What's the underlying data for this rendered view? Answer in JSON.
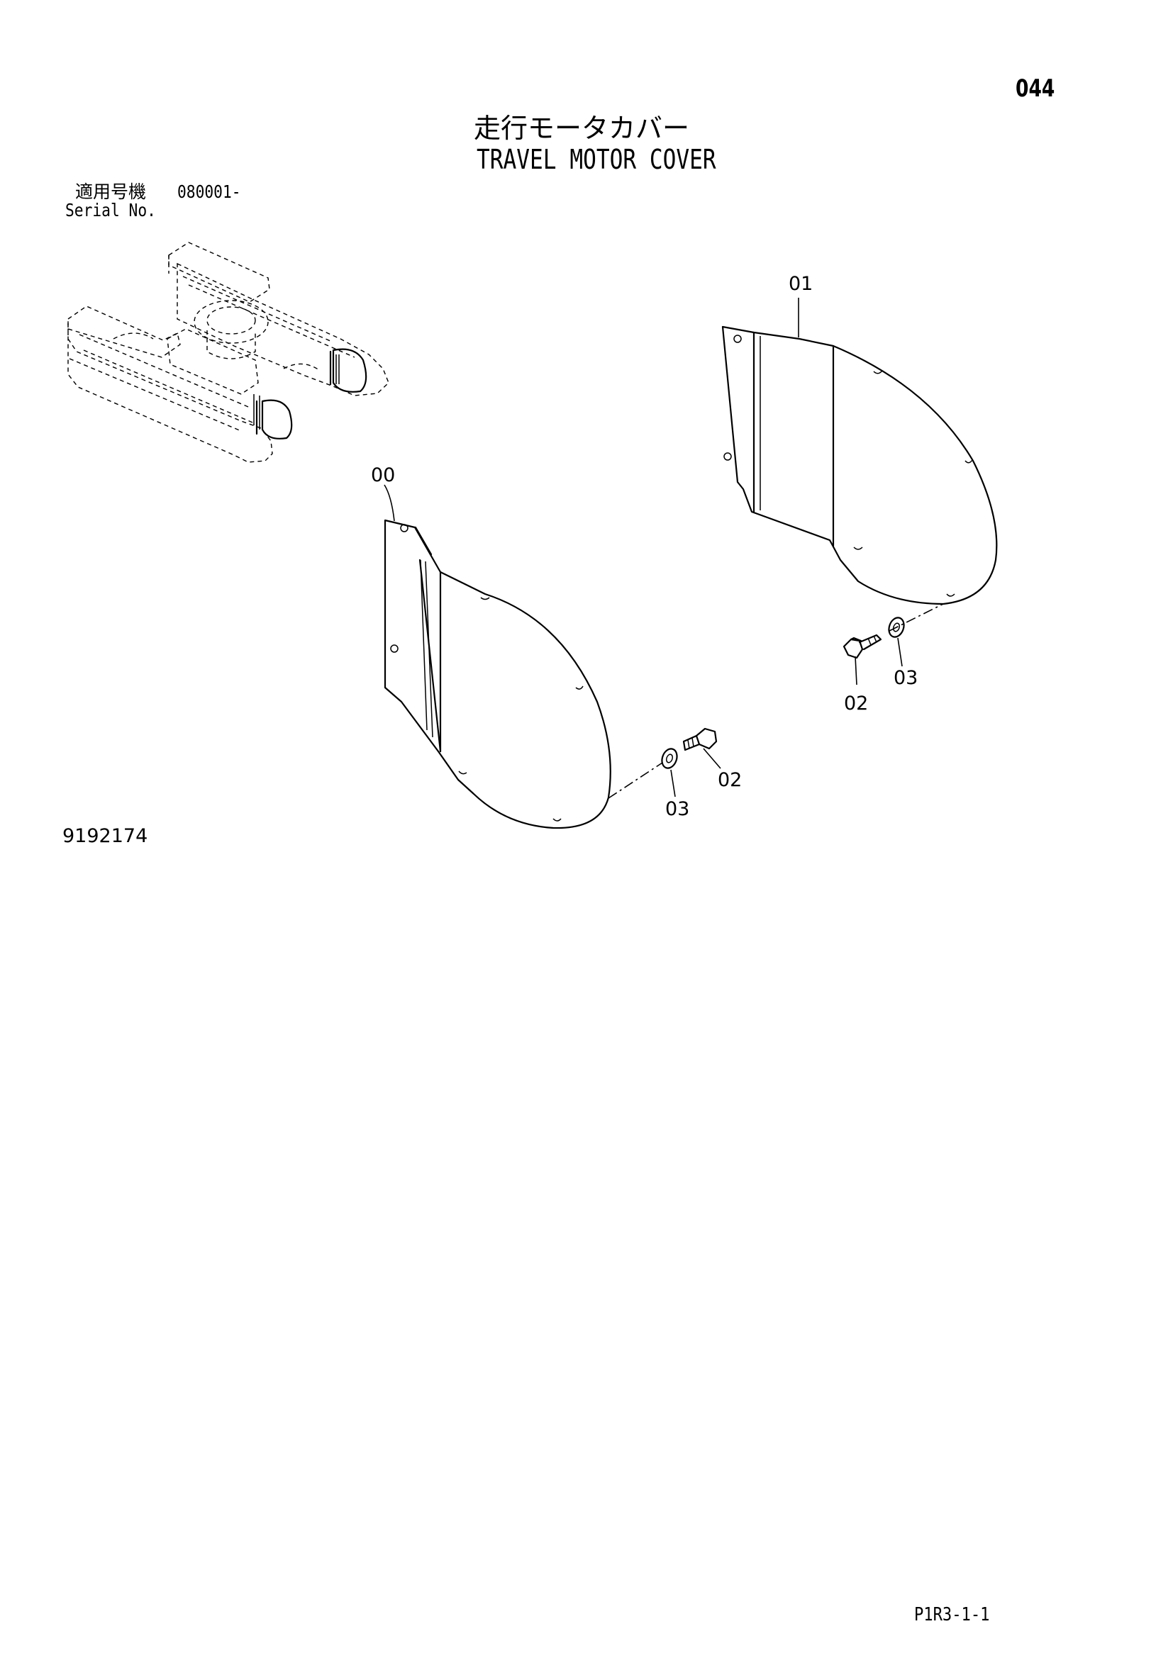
{
  "header": {
    "page_number": "044",
    "title_jp": "走行モータカバー",
    "title_en": "TRAVEL MOTOR COVER"
  },
  "serial": {
    "label_jp": "適用号機",
    "range": "080001-",
    "label_en": "Serial No."
  },
  "parts": {
    "label_00": "00",
    "label_01": "01",
    "label_02_right": "02",
    "label_03_right": "03",
    "label_02_left": "02",
    "label_03_left": "03"
  },
  "footer": {
    "drawing_number": "9192174",
    "page_code": "P1R3-1-1"
  }
}
